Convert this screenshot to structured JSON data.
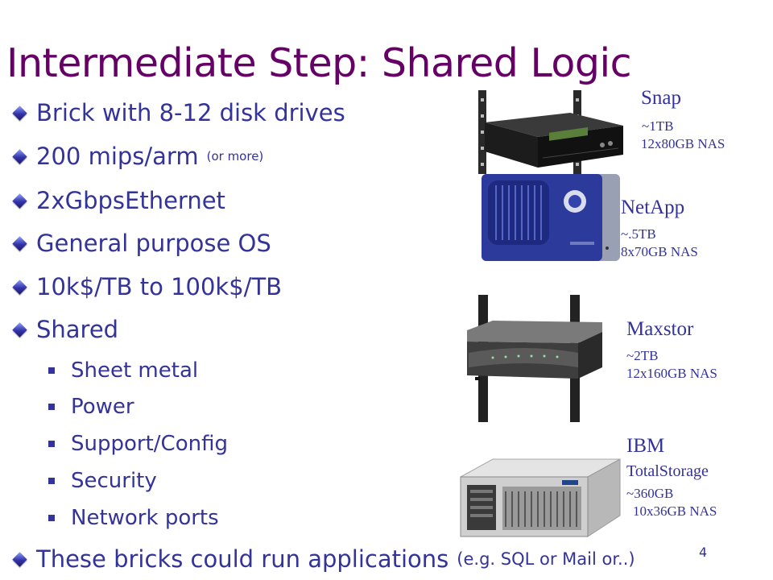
{
  "slide": {
    "title": "Intermediate Step: Shared Logic",
    "bullets": [
      {
        "text": "Brick with 8-12 disk drives"
      },
      {
        "text": "200 mips/arm",
        "note": "(or more)"
      },
      {
        "text": "2xGbpsEthernet"
      },
      {
        "text": "General purpose OS"
      },
      {
        "text": "10k$/TB to 100k$/TB"
      },
      {
        "text": "Shared"
      }
    ],
    "sub_bullets": [
      "Sheet metal",
      "Power",
      "Support/Config",
      "Security",
      "Network ports"
    ],
    "last_bullet": {
      "text": "These bricks could run applications",
      "note": "(e.g. SQL or Mail or..)"
    },
    "page_number": "4"
  },
  "devices": [
    {
      "name": "Snap",
      "specs": [
        "~1TB",
        "12x80GB NAS"
      ]
    },
    {
      "name": "NetApp",
      "specs": [
        "~.5TB",
        "8x70GB NAS"
      ]
    },
    {
      "name": "Maxstor",
      "specs": [
        "~2TB",
        "12x160GB NAS"
      ]
    },
    {
      "name": "IBM",
      "specs": [
        "TotalStorage",
        "~360GB",
        "10x36GB NAS"
      ]
    }
  ],
  "colors": {
    "title": "#660066",
    "text": "#333399",
    "background": "#ffffff"
  },
  "icons": {
    "bullet": "diamond-bullet-icon",
    "sub_bullet": "square-bullet-icon"
  }
}
